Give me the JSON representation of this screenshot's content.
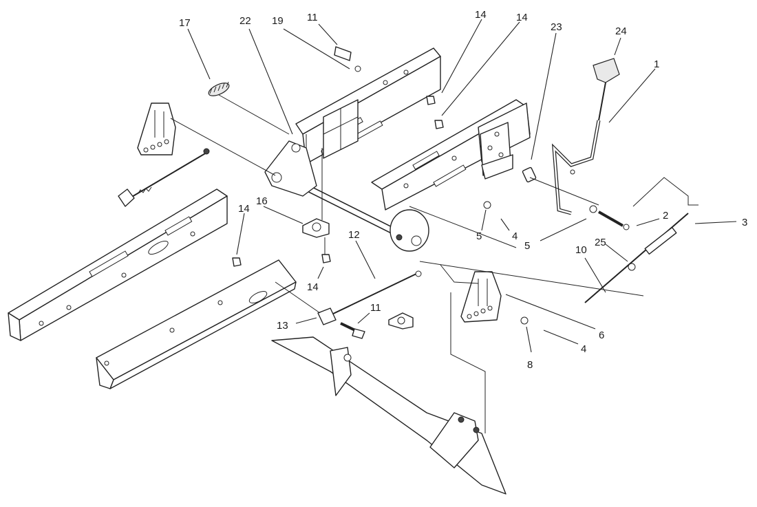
{
  "callouts": [
    {
      "id": "c1",
      "text": "1"
    },
    {
      "id": "c2",
      "text": "2"
    },
    {
      "id": "c3",
      "text": "3"
    },
    {
      "id": "c4a",
      "text": "4"
    },
    {
      "id": "c4b",
      "text": "4"
    },
    {
      "id": "c5a",
      "text": "5"
    },
    {
      "id": "c5b",
      "text": "5"
    },
    {
      "id": "c6",
      "text": "6"
    },
    {
      "id": "c8",
      "text": "8"
    },
    {
      "id": "c10",
      "text": "10"
    },
    {
      "id": "c11a",
      "text": "11"
    },
    {
      "id": "c11b",
      "text": "11"
    },
    {
      "id": "c12",
      "text": "12"
    },
    {
      "id": "c13",
      "text": "13"
    },
    {
      "id": "c14a",
      "text": "14"
    },
    {
      "id": "c14b",
      "text": "14"
    },
    {
      "id": "c14c",
      "text": "14"
    },
    {
      "id": "c14d",
      "text": "14"
    },
    {
      "id": "c16",
      "text": "16"
    },
    {
      "id": "c17",
      "text": "17"
    },
    {
      "id": "c19",
      "text": "19"
    },
    {
      "id": "c22",
      "text": "22"
    },
    {
      "id": "c23",
      "text": "23"
    },
    {
      "id": "c24",
      "text": "24"
    },
    {
      "id": "c25",
      "text": "25"
    }
  ]
}
